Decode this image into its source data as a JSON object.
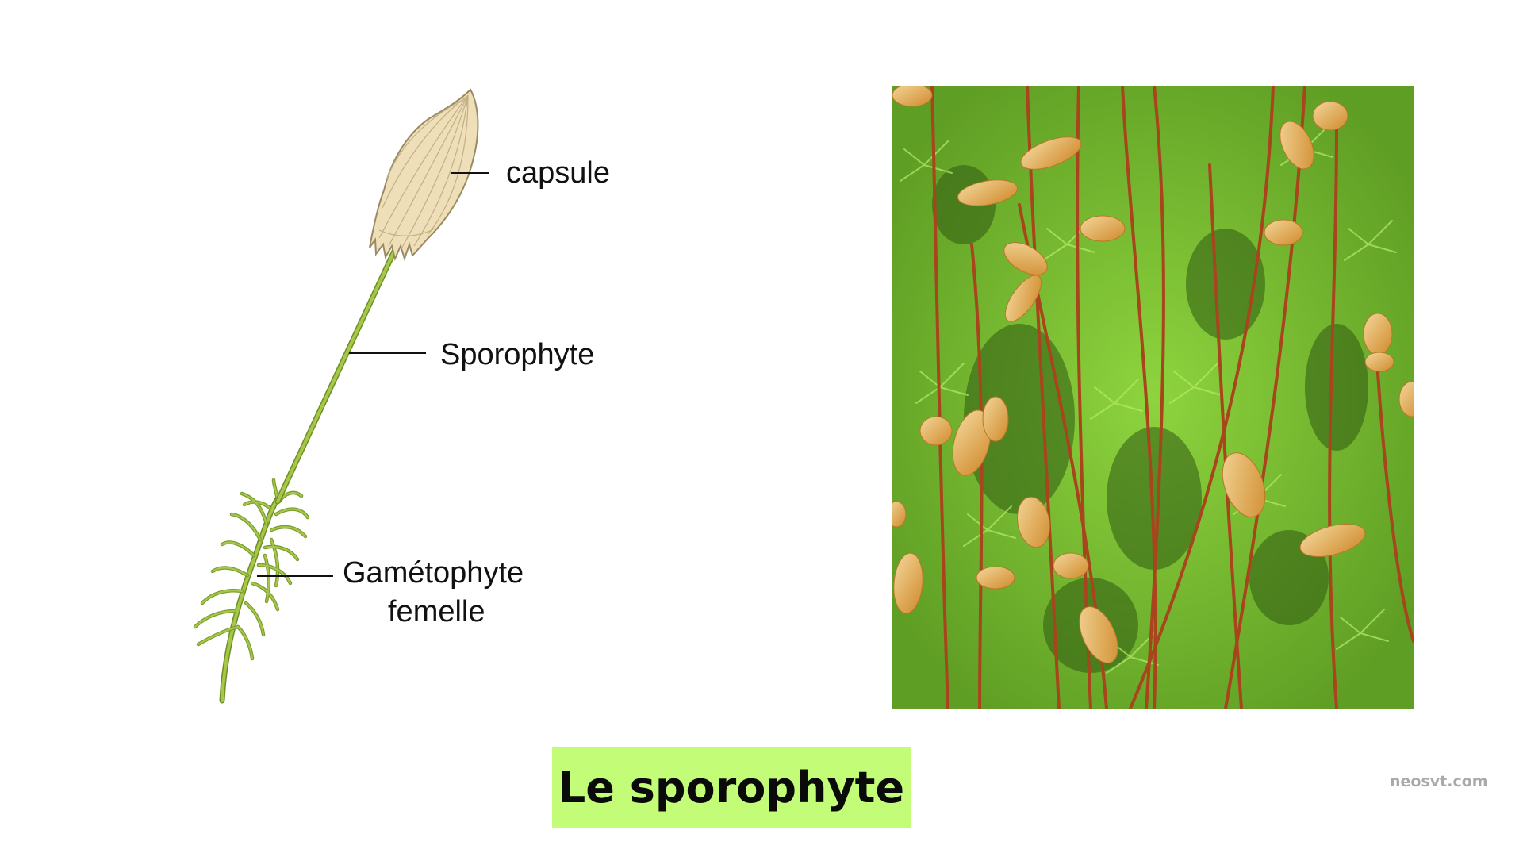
{
  "slide": {
    "title": "Le sporophyte",
    "title_bg_color": "#c3fd77",
    "watermark": "neosvt.com"
  },
  "diagram": {
    "labels": {
      "capsule": "capsule",
      "sporophyte": "Sporophyte",
      "gametophyte_line1": "Gamétophyte",
      "gametophyte_line2": "femelle"
    },
    "colors": {
      "capsule_fill": "#eedfb8",
      "capsule_stroke": "#9a8b62",
      "stem_green": "#a6c74a",
      "stem_stroke": "#6e8f22"
    }
  },
  "photo": {
    "subject": "moss-sporophytes-photo",
    "colors": {
      "moss_green": "#7cc234",
      "dark_gap": "#2f5a12",
      "seta_red": "#a8451c",
      "capsule_gold": "#e3a94a"
    }
  }
}
